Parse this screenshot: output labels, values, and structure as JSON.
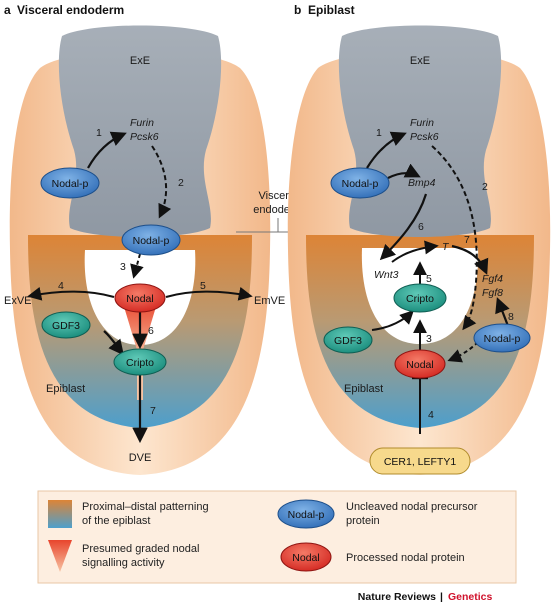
{
  "panel_a": {
    "letter": "a",
    "title": "Visceral endoderm",
    "exe": "ExE",
    "furin": "Furin",
    "pcsk6": "Pcsk6",
    "nodal_p_top": "Nodal-p",
    "nodal_p_mid": "Nodal-p",
    "nodal": "Nodal",
    "gdf3": "GDF3",
    "cripto": "Cripto",
    "epiblast": "Epiblast",
    "exve": "ExVE",
    "emve": "EmVE",
    "dve": "DVE",
    "steps": [
      "1",
      "2",
      "3",
      "4",
      "5",
      "6",
      "7"
    ]
  },
  "middle_label": "Visceral\nendoderm",
  "middle_label_lines": [
    "Visceral",
    "endoderm"
  ],
  "panel_b": {
    "letter": "b",
    "title": "Epiblast",
    "exe": "ExE",
    "furin": "Furin",
    "pcsk6": "Pcsk6",
    "nodal_p_top": "Nodal-p",
    "bmp4": "Bmp4",
    "t": "T",
    "wnt3": "Wnt3",
    "fgf4": "Fgf4",
    "fgf8": "Fgf8",
    "cripto": "Cripto",
    "gdf3": "GDF3",
    "nodal": "Nodal",
    "nodal_p_right": "Nodal-p",
    "epiblast": "Epiblast",
    "inhibitors": "CER1, LEFTY1",
    "steps": [
      "1",
      "2",
      "3",
      "4",
      "5",
      "6",
      "7",
      "8"
    ]
  },
  "legend": {
    "gradient_line1": "Proximal–distal patterning",
    "gradient_line2": "of the epiblast",
    "cone_line1": "Presumed graded nodal",
    "cone_line2": "signalling activity",
    "nodalp_oval": "Nodal-p",
    "nodalp_line1": "Uncleaved nodal precursor",
    "nodalp_line2": "protein",
    "nodal_oval": "Nodal",
    "nodal_line1": "Processed nodal protein"
  },
  "footer": {
    "journal": "Nature Reviews",
    "separator": "|",
    "subject": "Genetics"
  },
  "colors": {
    "exe_grey": "#9aa3ad",
    "outer_peach": "#f6cca6",
    "epiblast_orange": "#d9823a",
    "epiblast_blue": "#4f9cc6",
    "nodal_p_blue": "#3c78c0",
    "nodal_red": "#e2302b",
    "teal": "#1f9e8c",
    "inhibitor_yellow": "#f7d98c",
    "brand_red": "#d0112b"
  }
}
